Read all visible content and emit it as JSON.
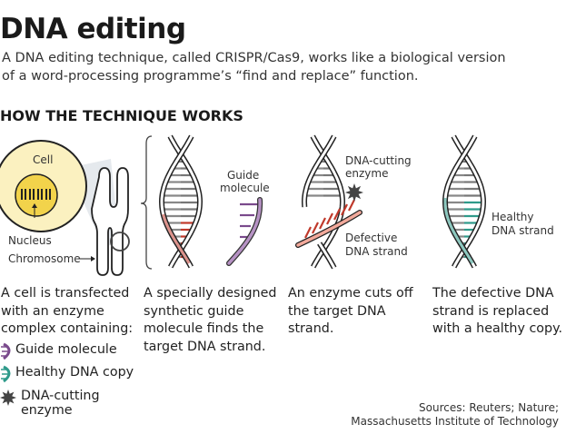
{
  "title": "DNA editing",
  "subtitle": [
    "A DNA editing technique, called CRISPR/Cas9, works like a biological version",
    "of a word-processing programme’s “find and replace” function."
  ],
  "section_heading": "HOW THE TECHNIQUE WORKS",
  "diagram_labels": {
    "cell": "Cell",
    "nucleus": "Nucleus",
    "chromosome": "Chromosome",
    "guide_molecule": [
      "Guide",
      "molecule"
    ],
    "dna_cutting_enzyme": [
      "DNA-cutting",
      "enzyme"
    ],
    "defective_strand": [
      "Defective",
      "DNA strand"
    ],
    "healthy_strand": [
      "Healthy",
      "DNA strand"
    ]
  },
  "steps": [
    [
      "A cell is transfected",
      "with an enzyme",
      "complex containing:"
    ],
    [
      "A specially designed",
      "synthetic guide",
      "molecule finds the",
      "target DNA strand."
    ],
    [
      "An enzyme cuts off",
      "the target DNA",
      "strand."
    ],
    [
      "The defective DNA",
      "strand is replaced",
      "with a healthy copy."
    ]
  ],
  "legend": [
    {
      "label": "Guide molecule",
      "icon": "guide-molecule-icon",
      "color": "#7a4a8c"
    },
    {
      "label": "Healthy DNA copy",
      "icon": "healthy-dna-icon",
      "color": "#2e9a8a"
    },
    {
      "label": [
        "DNA-cutting",
        "enzyme"
      ],
      "icon": "enzyme-star-icon",
      "color": "#444444"
    }
  ],
  "sources": [
    "Sources: Reuters; Nature;",
    "Massachusetts Institute of Technology"
  ],
  "colors": {
    "defective": "#c0392b",
    "guide": "#7a4a8c",
    "healthy": "#2e9a8a",
    "cell": "#fbf1c0",
    "nucleus": "#f2d34b"
  }
}
